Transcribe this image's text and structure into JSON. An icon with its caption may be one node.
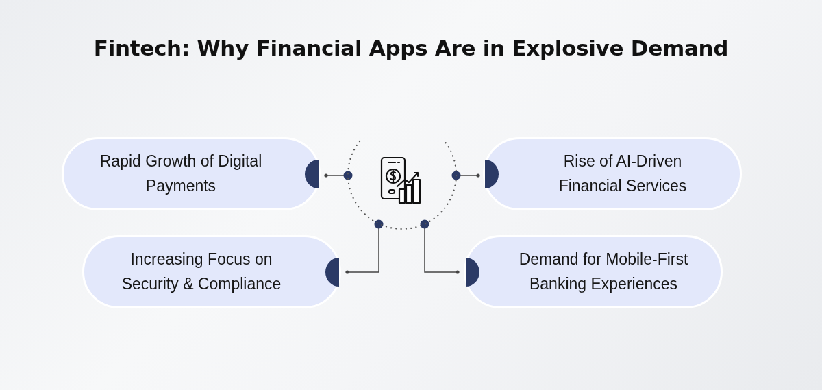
{
  "diagram": {
    "title": "Fintech: Why Financial Apps Are in Explosive Demand",
    "nodes": [
      {
        "text": [],
        "shape": "picture"
      },
      {
        "text": [
          "Rapid Growth of Digital Payments"
        ]
      },
      {
        "text": [
          "Rise of AI-Driven Financial Services"
        ]
      },
      {
        "text": [
          "Increasing Focus on Security & Compliance"
        ]
      },
      {
        "text": [
          "Demand for Mobile-First Banking Experiences"
        ]
      }
    ],
    "edges": [
      {
        "from": 0,
        "to": 1,
        "arrow": "other"
      },
      {
        "from": 0,
        "to": 2,
        "arrow": "other"
      },
      {
        "from": 0,
        "to": 3,
        "arrow": "other"
      },
      {
        "from": 0,
        "to": 4,
        "arrow": "other"
      }
    ]
  }
}
